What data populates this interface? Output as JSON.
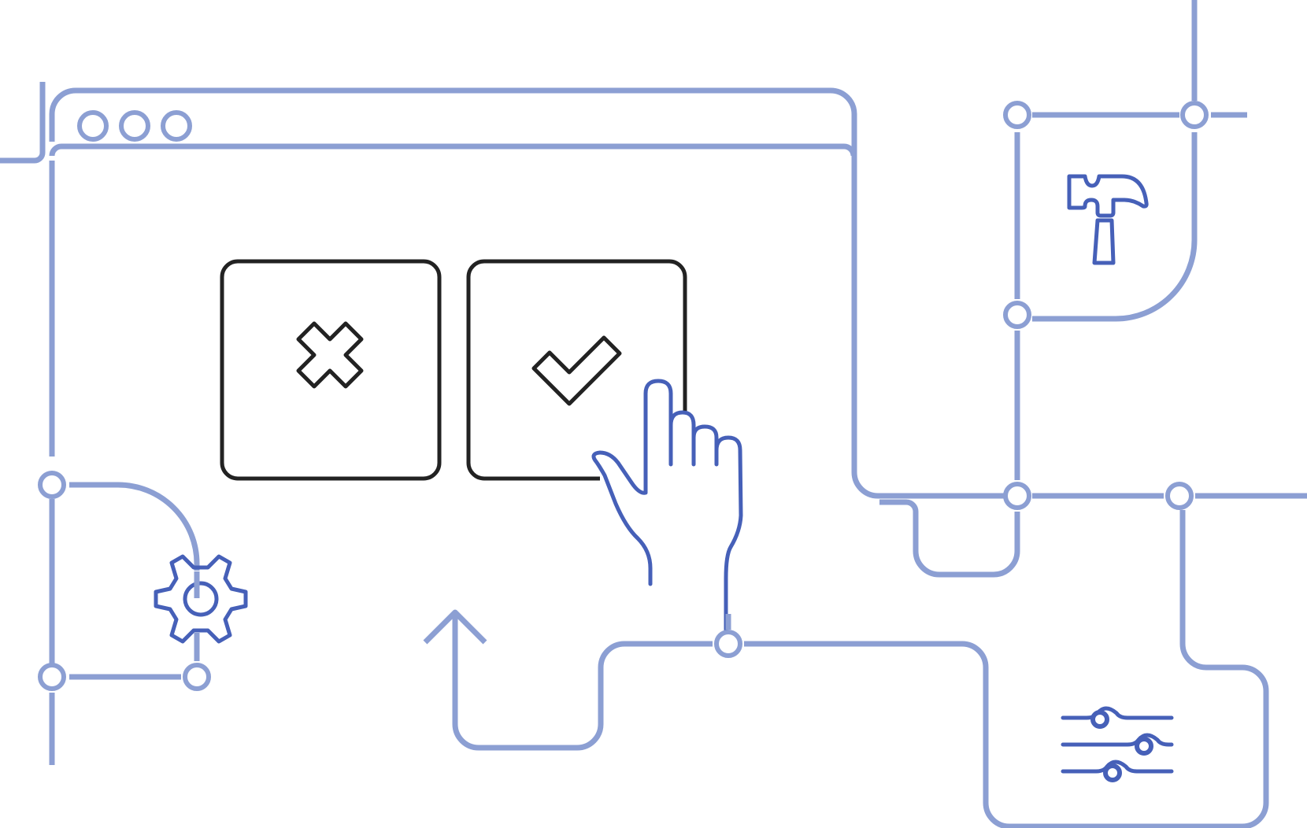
{
  "colors": {
    "line_light": "#8c9fd3",
    "line_dark": "#4660b8",
    "ink": "#222222",
    "background": "#ffffff"
  },
  "window": {
    "controls": [
      "circle-control",
      "circle-control",
      "circle-control"
    ]
  },
  "actions": {
    "reject_icon": "x-icon",
    "confirm_icon": "checkmark-icon"
  },
  "icons": {
    "settings": "gear-icon",
    "tools": "hammer-icon",
    "adjustments": "sliders-icon",
    "pointer": "hand-pointer-icon",
    "direction": "arrow-up-icon"
  }
}
